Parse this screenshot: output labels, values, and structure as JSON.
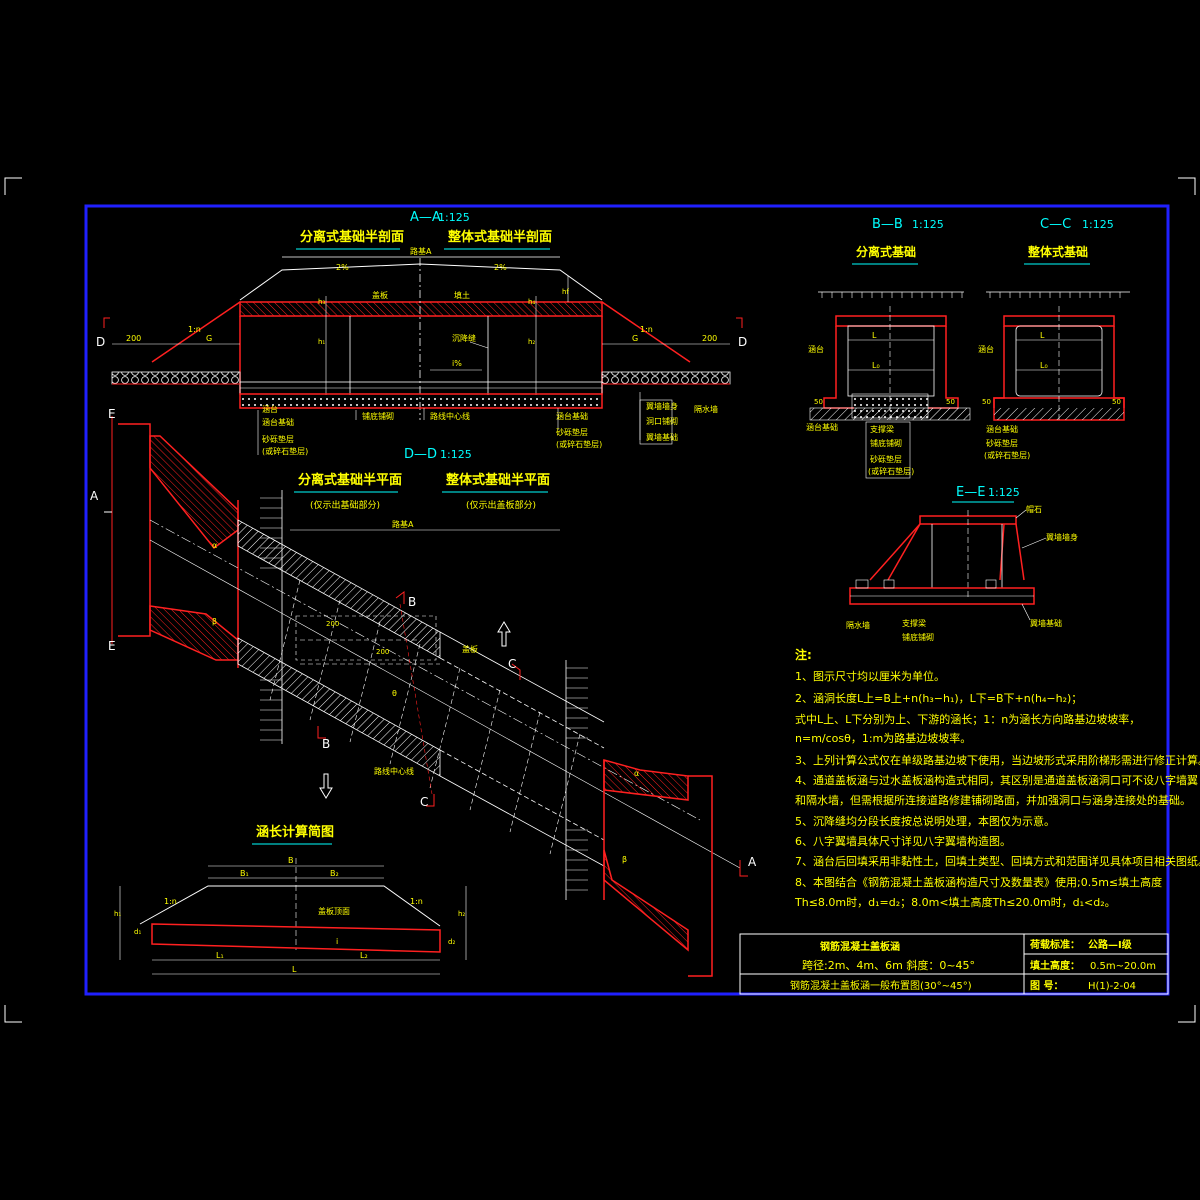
{
  "sections": {
    "aa": {
      "label": "A—A",
      "scale": "1:125",
      "left_title": "分离式基础半剖面",
      "right_title": "整体式基础半剖面"
    },
    "bb": {
      "label": "B—B",
      "scale": "1:125",
      "title": "分离式基础"
    },
    "cc": {
      "label": "C—C",
      "scale": "1:125",
      "title": "整体式基础"
    },
    "dd": {
      "label": "D—D",
      "scale": "1:125",
      "left_title": "分离式基础半平面",
      "left_sub": "(仅示出基础部分)",
      "right_title": "整体式基础半平面",
      "right_sub": "(仅示出盖板部分)"
    },
    "ee": {
      "label": "E—E",
      "scale": "1:125"
    },
    "calc": {
      "title": "涵长计算简图"
    }
  },
  "markers": {
    "a": "A",
    "b": "B",
    "c": "C",
    "d": "D",
    "e": "E"
  },
  "aa_labels": {
    "slope_left": "2%",
    "slope_right": "2%",
    "road_width": "路基A",
    "fill": "填土",
    "cover": "盖板",
    "joint": "沉降缝",
    "slope_1n": "1:n",
    "dim_200": "200",
    "dim_g": "G",
    "abutment": "涵台",
    "abutment_foundation": "涵台基础",
    "gravel_a": "砂砾垫层",
    "gravel_a2": "(或碎石垫层)",
    "culvert_center": "路线中心线",
    "paving": "铺底铺砌",
    "wall_base": "涵台基础",
    "gravel_b": "砂砾垫层",
    "gravel_b2": "(或碎石垫层)",
    "wing": "翼墙墙身",
    "hole_bottom": "洞口铺砌",
    "wing_base": "翼墙基础",
    "cutoff": "隔水墙",
    "h_labels": [
      "h₁",
      "h₂",
      "h₃",
      "h₄"
    ],
    "slope_pct": "i%",
    "hf": "hf"
  },
  "bb_labels": {
    "abutment": "涵台",
    "foundation": "涵台基础",
    "support": "支撑梁",
    "paving": "铺底铺砌",
    "gravel": "砂砾垫层",
    "gravel2": "(或碎石垫层)",
    "d50": "50",
    "l": "L",
    "l0": "L₀"
  },
  "cc_labels": {
    "abutment": "涵台",
    "foundation": "涵台基础",
    "gravel": "砂砾垫层",
    "gravel2": "(或碎石垫层)",
    "d50": "50",
    "l": "L",
    "l0": "L₀"
  },
  "ee_labels": {
    "cap": "帽石",
    "wing": "翼墙墙身",
    "cutoff": "隔水墙",
    "support": "支撑梁",
    "paving": "铺底铺砌",
    "wing_base": "翼墙基础"
  },
  "dd_labels": {
    "road_width": "路基A",
    "cover": "盖板",
    "culvert_center": "路线中心线",
    "dim_200a": "200",
    "dim_200b": "200",
    "angle": "θ",
    "alpha": "α",
    "beta": "β"
  },
  "calc_labels": {
    "b": "B",
    "b1": "B₁",
    "b2": "B₂",
    "l1": "L₁",
    "l2": "L₂",
    "l": "L",
    "slope1": "1:n",
    "slope2": "1:n",
    "cover": "盖板顶面",
    "h1": "h₁",
    "h2": "h₂",
    "i": "i",
    "d1": "d₁",
    "d2": "d₂"
  },
  "notes": {
    "heading": "注:",
    "items": [
      "1、图示尺寸均以厘米为单位。",
      "2、涵洞长度L上=B上+n(h₃−h₁)，L下=B下+n(h₄−h₂)；",
      "   式中L上、L下分别为上、下游的涵长；1：n为涵长方向路基边坡坡率，",
      "   n=m/cosθ，1:m为路基边坡坡率。",
      "3、上列计算公式仅在单级路基边坡下使用，当边坡形式采用阶梯形需进行修正计算。",
      "4、通道盖板涵与过水盖板涵构造式相同，其区别是通道盖板涵洞口可不设八字墙翼",
      "   和隔水墙，但需根据所连接道路修建铺砌路面，并加强洞口与涵身连接处的基础。",
      "5、沉降缝均分段长度按总说明处理，本图仅为示意。",
      "6、八字翼墙具体尺寸详见八字翼墙构造图。",
      "7、涵台后回填采用非黏性土，回填土类型、回填方式和范围详见具体项目相关图纸。",
      "8、本图结合《钢筋混凝土盖板涵构造尺寸及数量表》使用;0.5m≤填土高度",
      "   Th≤8.0m时，d₁=d₂；8.0m<填土高度Th≤20.0m时，d₁<d₂。"
    ]
  },
  "title_block": {
    "name": "钢筋混凝土盖板涵",
    "spec": "跨径:2m、4m、6m  斜度：0~45°",
    "drawing": "钢筋混凝土盖板涵一般布置图(30°~45°)",
    "load_label": "荷载标准：",
    "load_value": "公路—I级",
    "height_label": "填土高度：",
    "height_value": "0.5m~20.0m",
    "no_label": "图    号：",
    "no_value": "H(1)-2-04"
  },
  "colors": {
    "frame": "#2020ff",
    "line": "#ff2020",
    "text": "#ffff00",
    "white": "#ffffff",
    "cyan": "#00ffff",
    "bg": "#000000"
  }
}
